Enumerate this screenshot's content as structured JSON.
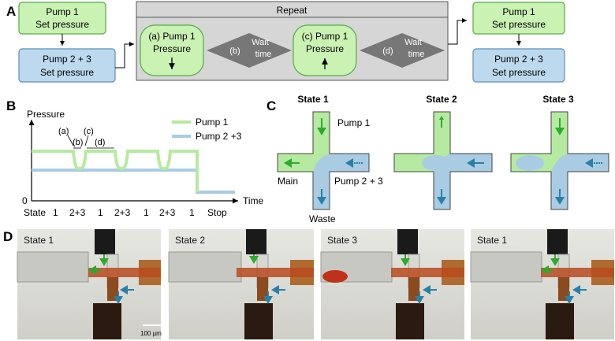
{
  "panels": {
    "a": "A",
    "b": "B",
    "c": "C",
    "d": "D"
  },
  "sequence": {
    "repeat_label": "Repeat",
    "left_pump1": [
      "Pump 1",
      "Set pressure"
    ],
    "left_pump23": [
      "Pump 2 + 3",
      "Set pressure"
    ],
    "step_a": [
      "(a) Pump 1",
      "Pressure"
    ],
    "step_b": [
      "Wait",
      "(b)",
      "time"
    ],
    "step_c": [
      "(c) Pump 1",
      "Pressure"
    ],
    "step_d": [
      "Wait",
      "(d)",
      "time"
    ],
    "right_pump1": [
      "Pump 1",
      "Set pressure"
    ],
    "right_pump23": [
      "Pump 2 + 3",
      "Set pressure"
    ]
  },
  "pressure_plot": {
    "ylabel": "Pressure",
    "xlabel": "Time",
    "zero": "0",
    "marks": [
      "(a)",
      "(b)",
      "(c)",
      "(d)"
    ],
    "legend": [
      {
        "name": "Pump 1",
        "color": "#b6eaa0"
      },
      {
        "name": "Pump 2 +3",
        "color": "#a9cce3"
      }
    ],
    "state_row": [
      "State",
      "1",
      "2+3",
      "1",
      "2+3",
      "1",
      "2+3",
      "1",
      "Stop"
    ]
  },
  "junction": {
    "states": [
      "State 1",
      "State 2",
      "State 3"
    ],
    "labels": {
      "pump1": "Pump 1",
      "pump23": "Pump 2 + 3",
      "main": "Main",
      "waste": "Waste"
    },
    "colors": {
      "green": "#b6eaa0",
      "blue": "#a9cce3",
      "arrow_green": "#2eaa2e",
      "arrow_blue": "#2a7fa6"
    }
  },
  "micrographs": {
    "labels": [
      "State 1",
      "State 2",
      "State 3",
      "State 1"
    ],
    "scale_bar": "100 µm"
  },
  "colors": {
    "green_fill": "#c9f2b3",
    "green_stroke": "#55aa44",
    "blue_fill": "#bcd9ee",
    "blue_stroke": "#5c8fb8",
    "repeat_fill": "#d6d6d6",
    "diamond_fill": "#777777"
  }
}
